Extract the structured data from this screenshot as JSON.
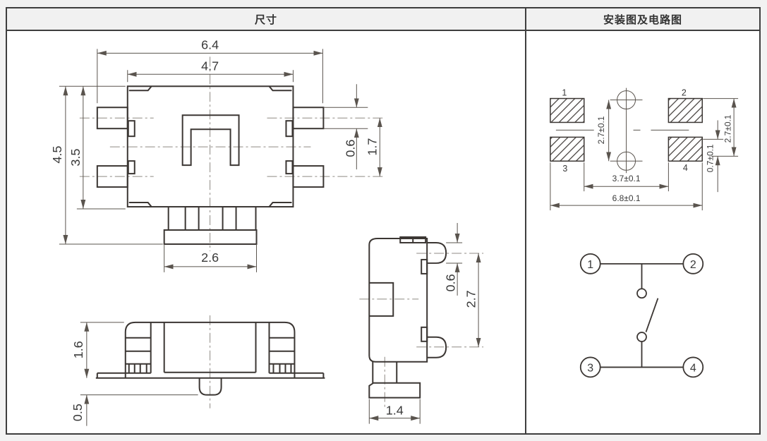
{
  "header": {
    "dimensions_title": "尺寸",
    "install_title": "安装图及电路图"
  },
  "dims": {
    "top_view": {
      "overall_width": "6.4",
      "body_width": "4.7",
      "overall_length": "4.5",
      "body_length": "3.5",
      "terminal_width": "0.6",
      "terminal_pitch": "1.7",
      "stem_width": "2.6"
    },
    "front_view": {
      "body_height": "1.6",
      "boss_height": "0.5"
    },
    "side_view": {
      "terminal_width": "0.6",
      "terminal_row_pitch": "2.7",
      "stem_width": "1.4"
    }
  },
  "land_pattern": {
    "pad_labels": [
      "1",
      "2",
      "3",
      "4"
    ],
    "hole_pitch": "2.7±0.1",
    "pad_vertical_span": "2.7±0.1",
    "pad_offset": "0.7±0.1",
    "pad_inner_span": "3.7±0.1",
    "pad_outer_span": "6.8±0.1"
  },
  "circuit": {
    "terminal_labels": [
      "1",
      "2",
      "3",
      "4"
    ]
  },
  "colors": {
    "outline": "#3b3633",
    "dimension_line": "#5a544e",
    "centerline": "#8f8a84",
    "text": "#3a3a3a",
    "header_bg": "#f1f1f1",
    "page_bg": "#f2f2f2",
    "border": "#3e3e3e",
    "panel_bg": "#ffffff"
  }
}
